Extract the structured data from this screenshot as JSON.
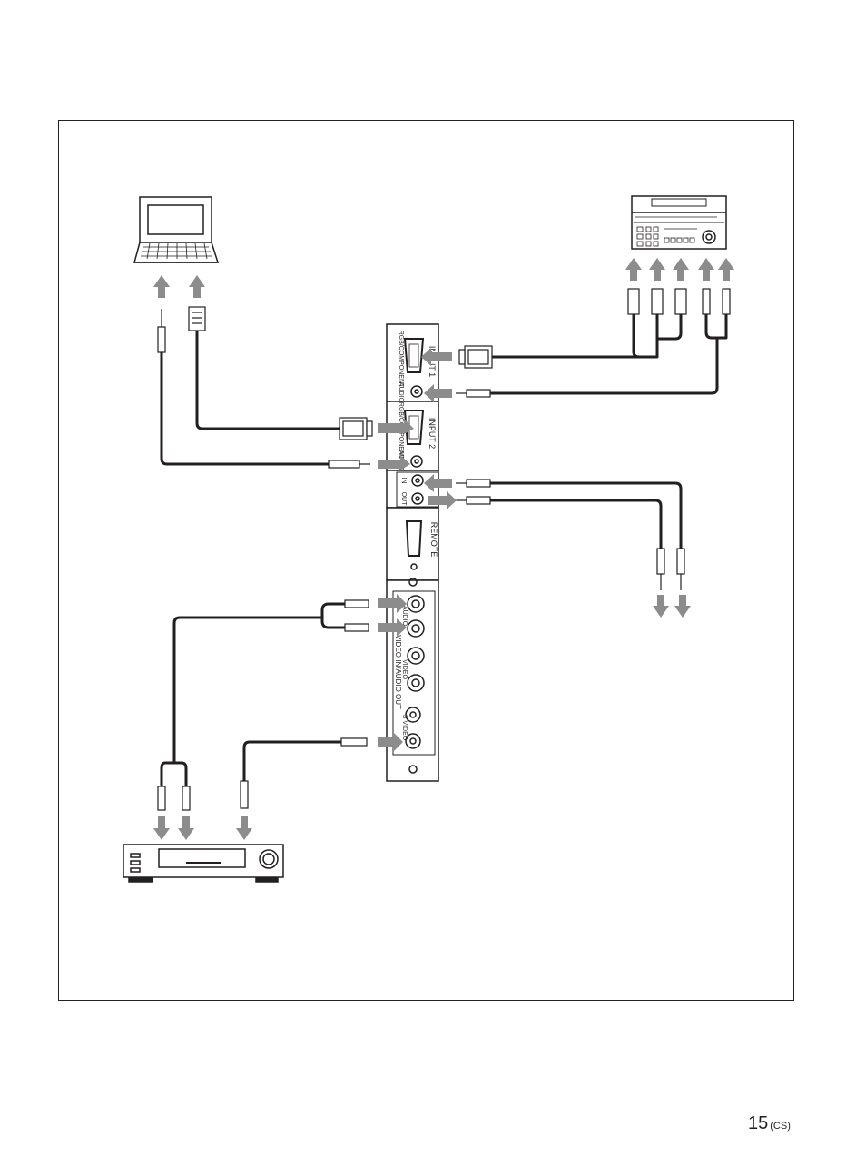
{
  "page": {
    "number": "15",
    "suffix": "(CS)"
  },
  "panel": {
    "input1": "INPUT 1",
    "input2": "INPUT 2",
    "rgb_component_1": "RGB/COMPONENT",
    "audio_1": "AUDIO",
    "rgb_component_2": "RGB/COMPONENT",
    "audio_2": "AUDIO",
    "control_s_in": "IN",
    "control_s_out": "OUT",
    "remote": "REMOTE",
    "video_in_out": "VIDEO IN/AUDIO OUT",
    "video": "VIDEO",
    "s_video": "S VIDEO",
    "audio_3": "AUDIO"
  },
  "devices": [
    "laptop-computer",
    "professional-vtr",
    "home-vcr"
  ],
  "colors": {
    "line": "#231f20",
    "arrow": "#8c8c8c",
    "panel": "#ffffff"
  }
}
